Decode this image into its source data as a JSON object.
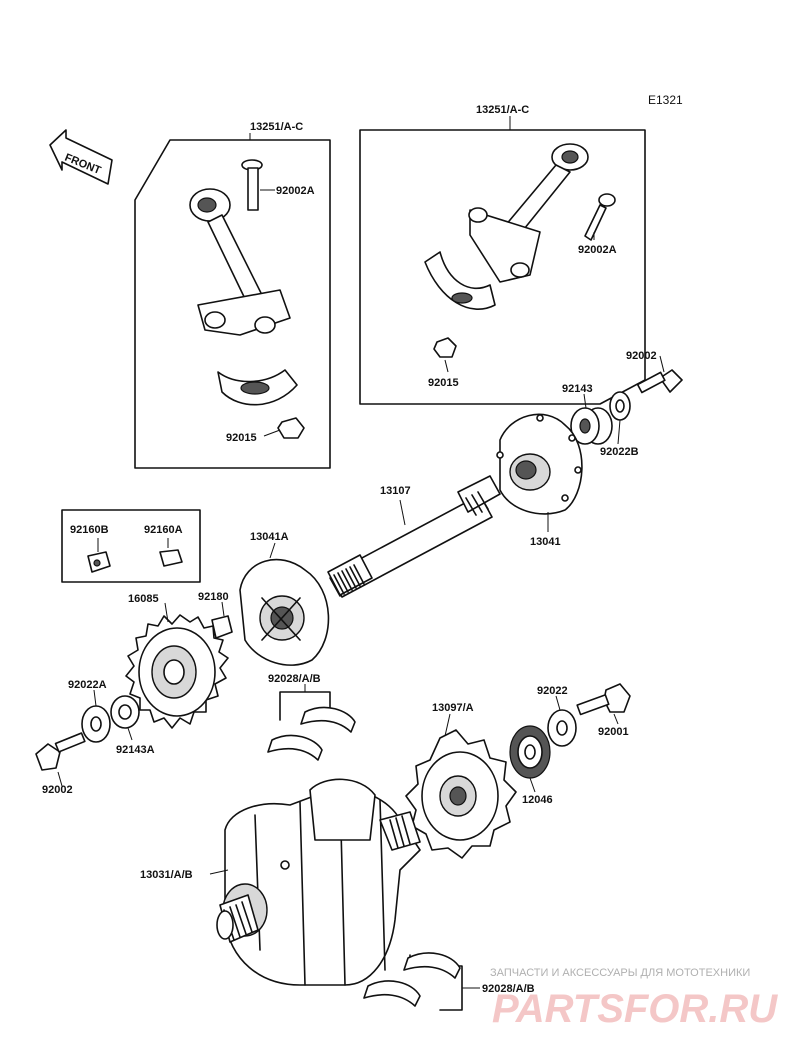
{
  "diagram_code": "E1321",
  "front_arrow_label": "FRONT",
  "parts": {
    "conrod_assy_left": "13251/A-C",
    "conrod_assy_right": "13251/A-C",
    "conrod_bolt_left": "92002A",
    "conrod_bolt_right": "92002A",
    "conrod_nut_left": "92015",
    "conrod_nut_right": "92015",
    "bolt_top": "92002",
    "collar_top": "92143",
    "washer_top": "92022B",
    "shaft": "13107",
    "disk_right": "13041",
    "disk_left": "13041A",
    "key_b": "92160B",
    "key_a": "92160A",
    "key_loose": "92180",
    "sprocket": "16085",
    "washer_left": "92022A",
    "collar_left": "92143A",
    "bolt_left": "92002",
    "bearing_insert_mid": "92028/A/B",
    "gear_crank": "13097/A",
    "washer_mid": "92022",
    "bolt_mid": "92001",
    "small_gear": "12046",
    "crankshaft": "13031/A/B",
    "bearing_insert_bottom": "92028/A/B"
  },
  "watermark": {
    "subtitle": "ЗАПЧАСТИ И АКСЕССУАРЫ ДЛЯ МОТОТЕХНИКИ",
    "brand": "PARTSFOR.RU"
  }
}
